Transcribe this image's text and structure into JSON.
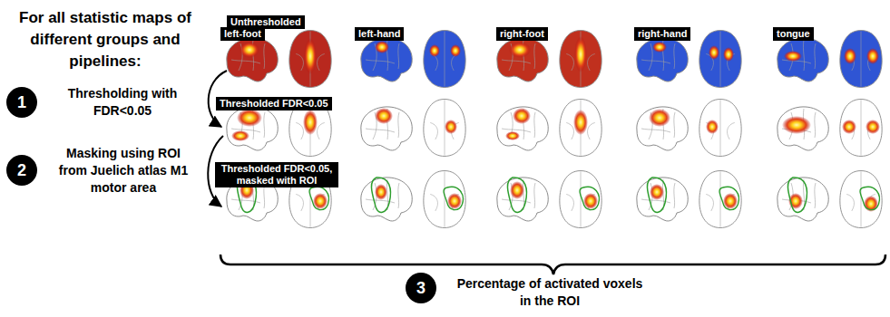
{
  "diagram": {
    "title": "For all statistic maps of different groups and pipelines:",
    "nodes": [
      {
        "text": [
          "1"
        ]
      },
      {
        "text": [
          "2"
        ]
      },
      {
        "text": [
          "Unthresholded"
        ]
      },
      {
        "text": [
          "left-foot"
        ]
      },
      {
        "text": [
          "left-hand"
        ]
      },
      {
        "text": [
          "right-foot"
        ]
      },
      {
        "text": [
          "right-hand"
        ]
      },
      {
        "text": [
          "tongue"
        ]
      },
      {
        "text": [
          "Thresholded FDR<0.05"
        ]
      },
      {
        "text": [
          "Thresholded FDR<0.05, masked with ROI"
        ]
      },
      {
        "text": [
          "3"
        ]
      }
    ],
    "labels": [
      "Thresholding with FDR<0.05",
      "Masking using ROI from Juelich atlas M1 motor area",
      "Percentage of activated voxels in the ROI"
    ]
  }
}
